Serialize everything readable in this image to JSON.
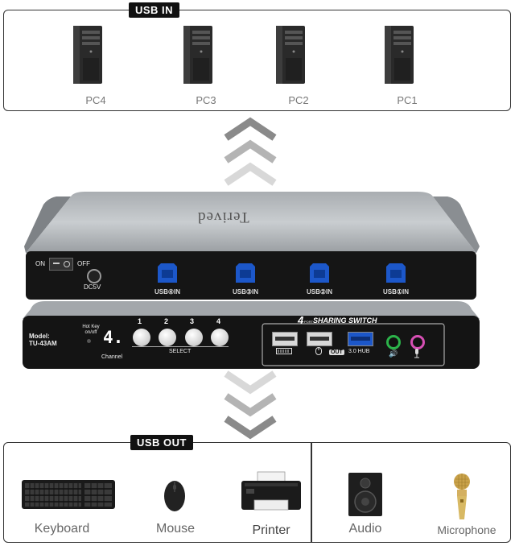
{
  "usb_in": {
    "tag": "USB IN",
    "pcs": [
      "PC4",
      "PC3",
      "PC2",
      "PC1"
    ]
  },
  "device": {
    "brand": "Terived",
    "power": {
      "on": "ON",
      "off": "OFF",
      "dc": "DC5V"
    },
    "rear_ports": [
      "USB④IN",
      "USB③IN",
      "USB②IN",
      "USB①IN"
    ],
    "model_label": "Model:",
    "model": "TU-43AM",
    "hotkey": "Hot Key on/off",
    "channel_display": "4.",
    "channel_label": "Channel",
    "buttons": [
      "1",
      "2",
      "3",
      "4"
    ],
    "select_label": "SELECT",
    "sharing_4": "4",
    "sharing_port": "PORT",
    "sharing_title": "SHARING SWITCH",
    "out_label": "OUT",
    "hub_label": "3.0 HUB"
  },
  "usb_out": {
    "tag": "USB OUT",
    "devices": [
      "Keyboard",
      "Mouse",
      "Printer",
      "Audio",
      "Microphone"
    ]
  },
  "colors": {
    "usb_blue": "#1c57c9",
    "audio_green": "#2cb34a",
    "mic_pink": "#d64fb4"
  }
}
